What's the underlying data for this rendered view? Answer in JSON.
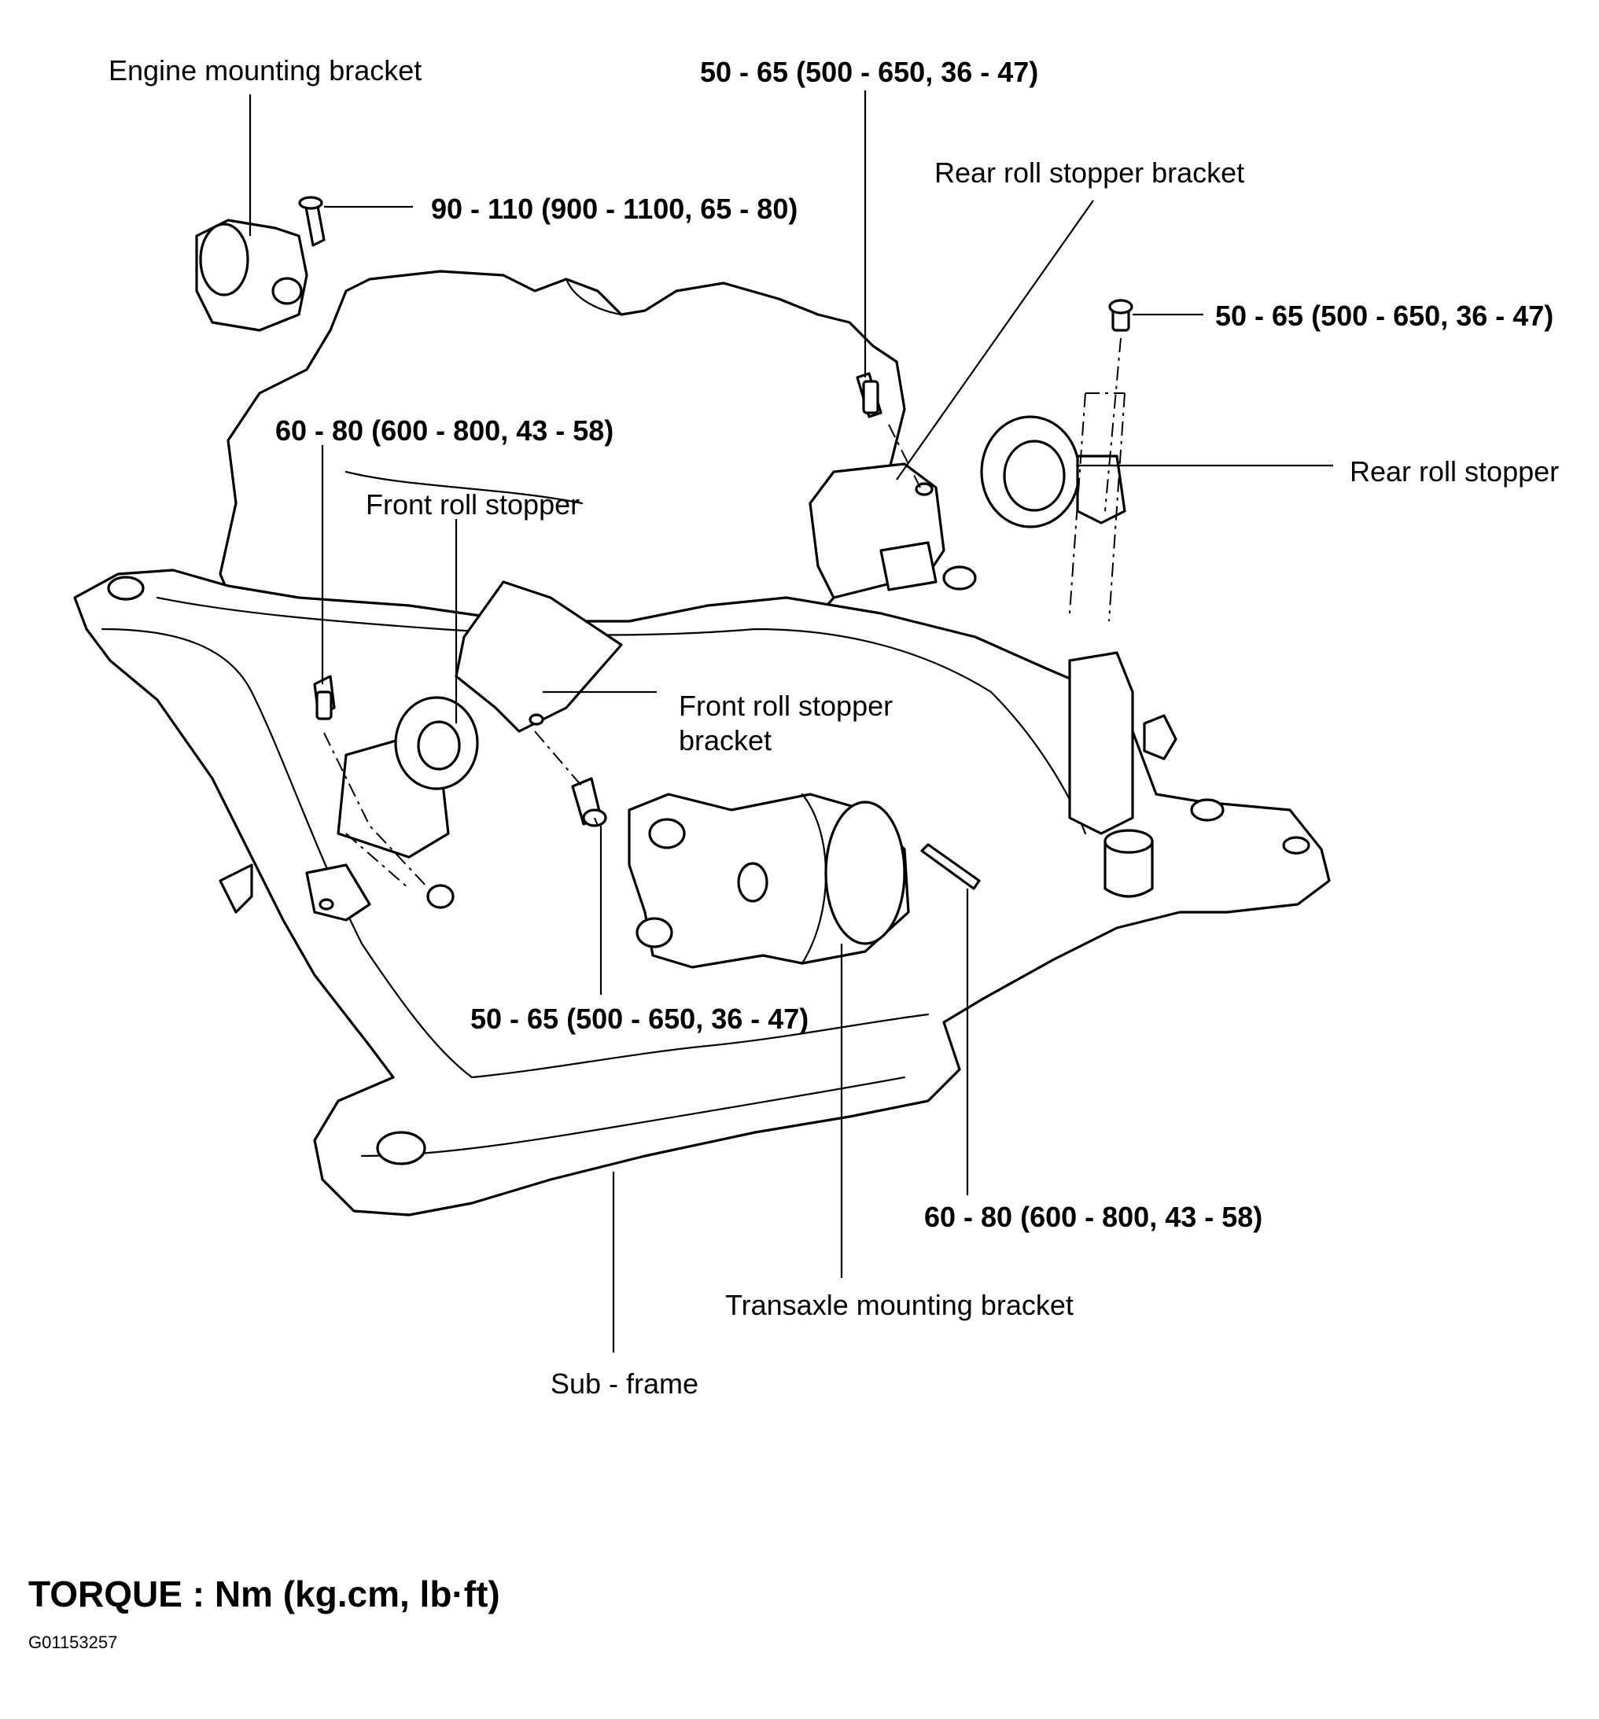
{
  "labels": {
    "engine_mounting_bracket": "Engine mounting bracket",
    "rear_roll_stopper_bracket": "Rear roll stopper bracket",
    "rear_roll_stopper": "Rear roll stopper",
    "front_roll_stopper": "Front roll stopper",
    "front_roll_stopper_bracket_line1": "Front roll stopper",
    "front_roll_stopper_bracket_line2": "bracket",
    "transaxle_mounting_bracket": "Transaxle mounting bracket",
    "sub_frame": "Sub - frame"
  },
  "torques": {
    "engine_bracket_bolt": "90 - 110 (900 - 1100, 65 - 80)",
    "top_center_bolt": "50 - 65 (500 - 650, 36 - 47)",
    "rear_roll_stopper_bolt": "50 - 65 (500 - 650, 36 - 47)",
    "front_roll_stopper_bolt": "60 - 80 (600 - 800, 43 - 58)",
    "transaxle_bracket_bolt": "50 - 65 (500 - 650, 36 - 47)",
    "subframe_rear_bolt": "60 - 80 (600 - 800, 43 - 58)"
  },
  "legend": "TORQUE : Nm (kg.cm, lb·ft)",
  "figure_id": "G01153257"
}
